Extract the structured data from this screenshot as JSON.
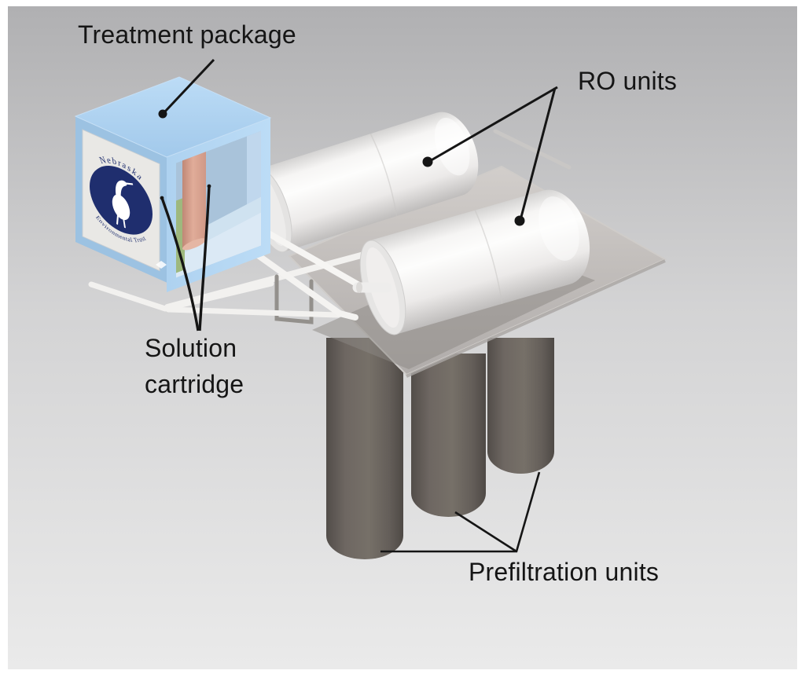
{
  "labels": {
    "treatment_package": "Treatment package",
    "ro_units": "RO units",
    "solution_line1": "Solution",
    "solution_line2": "cartridge",
    "prefiltration_units": "Prefiltration units"
  },
  "logo": {
    "text_top": "Nebraska",
    "text_bottom": "Environmental Trust"
  },
  "colors": {
    "background_top": "#b0b0b2",
    "background_bottom": "#eaeaea",
    "box_blue": "#aacfee",
    "box_blue_dark": "#9cc2e2",
    "label_panel": "#e9e8e5",
    "logo_navy": "#1f2e6e",
    "cartridge_pink": "#d9a492",
    "cartridge_panel_green": "#9eb87e",
    "ro_cylinder_white": "#f6f5f4",
    "mounting_plate_gray": "#c2bdba",
    "prefilter_gray": "#6a635e",
    "pipe_white": "#f2f1ef",
    "leader_line_black": "#151515"
  }
}
